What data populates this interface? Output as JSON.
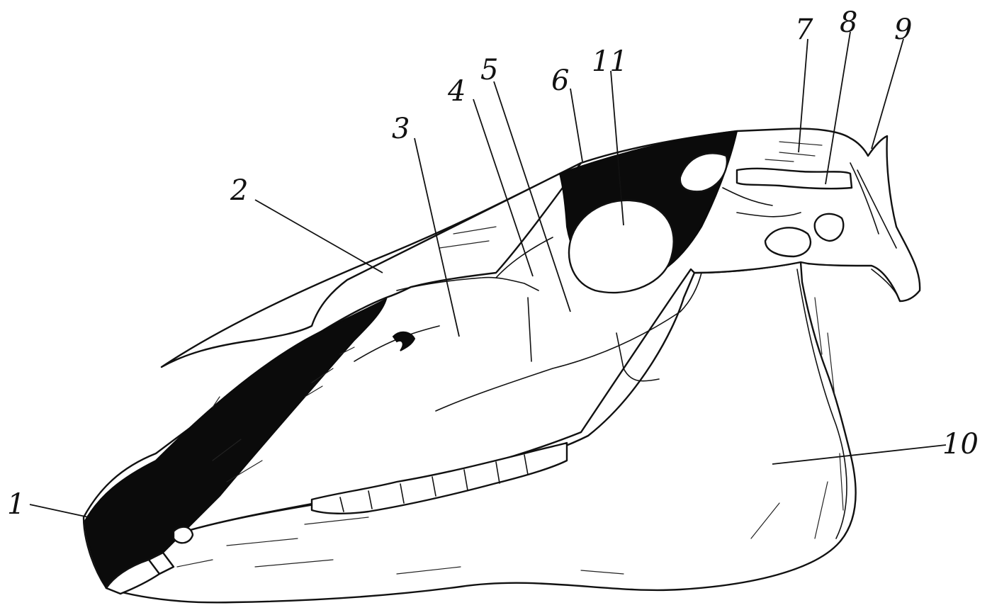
{
  "labels": [
    "1",
    "2",
    "3",
    "4",
    "5",
    "6",
    "7",
    "8",
    "9",
    "10",
    "11"
  ]
}
